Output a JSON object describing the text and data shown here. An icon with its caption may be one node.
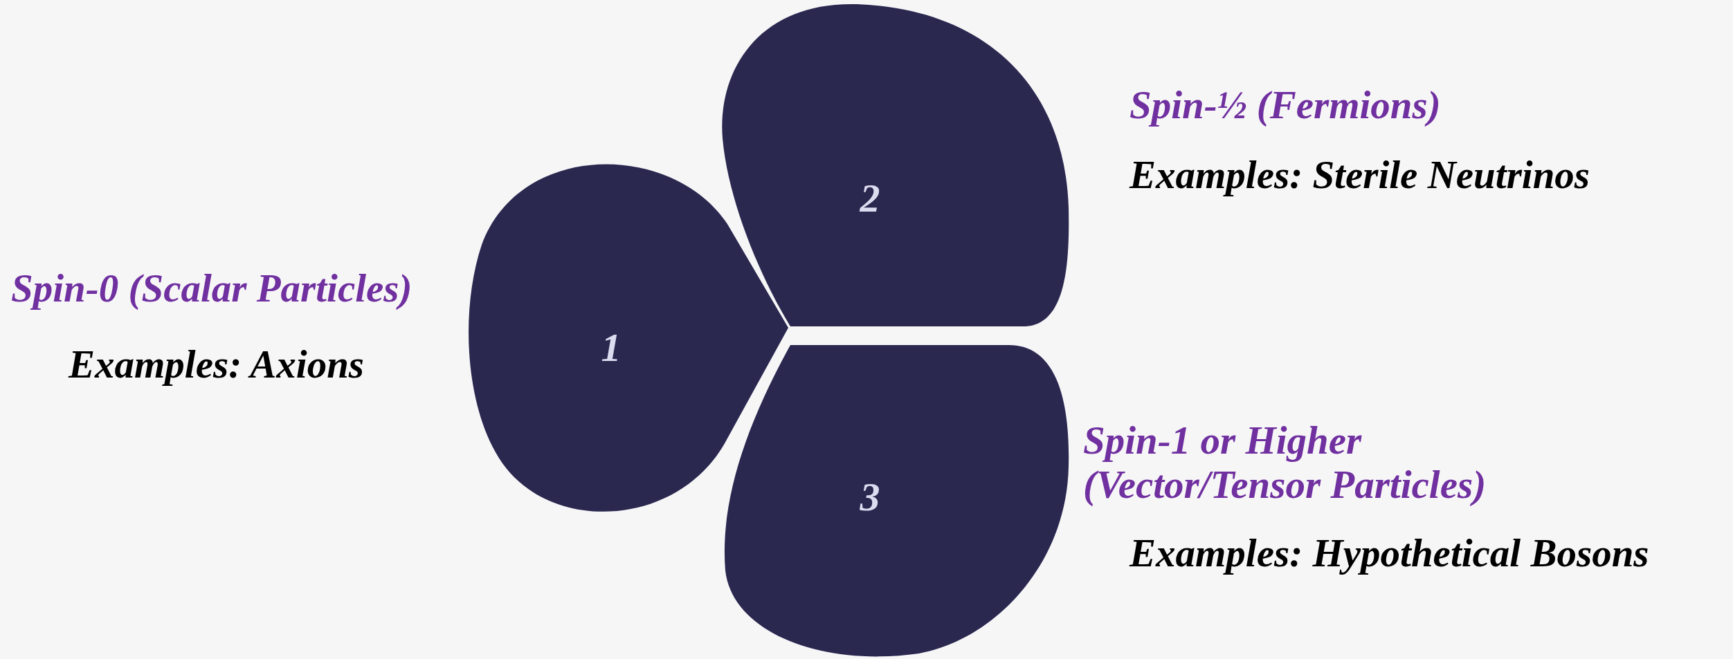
{
  "diagram": {
    "nodes": [
      {
        "text": [
          "1"
        ],
        "beside": [
          "Spin-0 (Scalar Particles)",
          "Examples: Axions"
        ]
      },
      {
        "text": [
          "2"
        ],
        "beside": [
          "Spin-½ (Fermions)",
          "Examples: Sterile Neutrinos"
        ]
      },
      {
        "text": [
          "3"
        ],
        "beside": [
          "Spin-1 or Higher (Vector/Tensor Particles)",
          "Examples: Hypothetical Bosons"
        ]
      }
    ]
  }
}
